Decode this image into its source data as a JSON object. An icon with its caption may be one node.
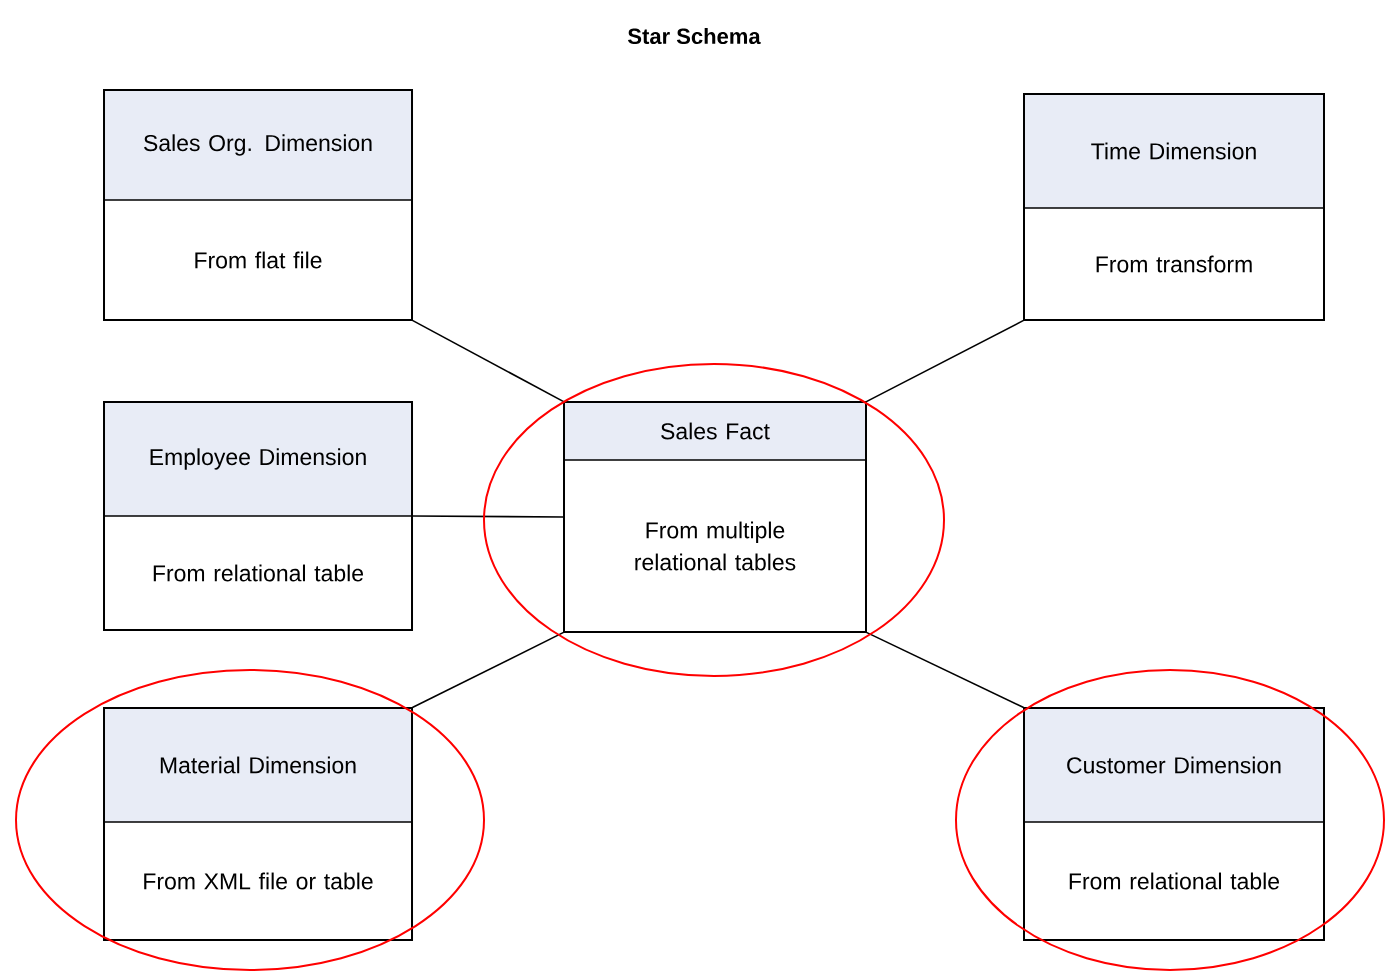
{
  "diagram": {
    "title": "Star Schema",
    "nodes": [
      {
        "text": [
          "Sales Org. Dimension",
          "From flat file"
        ]
      },
      {
        "text": [
          "Time Dimension",
          "From transform"
        ]
      },
      {
        "text": [
          "Employee Dimension",
          "From relational table"
        ]
      },
      {
        "text": [
          "Sales Fact",
          "From multiple relational tables"
        ]
      },
      {
        "text": [
          "Material Dimension",
          "From XML file or table"
        ]
      },
      {
        "text": [
          "Customer Dimension",
          "From relational table"
        ]
      }
    ],
    "edges": [
      {
        "from": 0,
        "to": 3,
        "arrow": "none"
      },
      {
        "from": 1,
        "to": 3,
        "arrow": "none"
      },
      {
        "from": 2,
        "to": 3,
        "arrow": "none"
      },
      {
        "from": 3,
        "to": 4,
        "arrow": "none"
      },
      {
        "from": 3,
        "to": 5,
        "arrow": "none"
      }
    ]
  }
}
